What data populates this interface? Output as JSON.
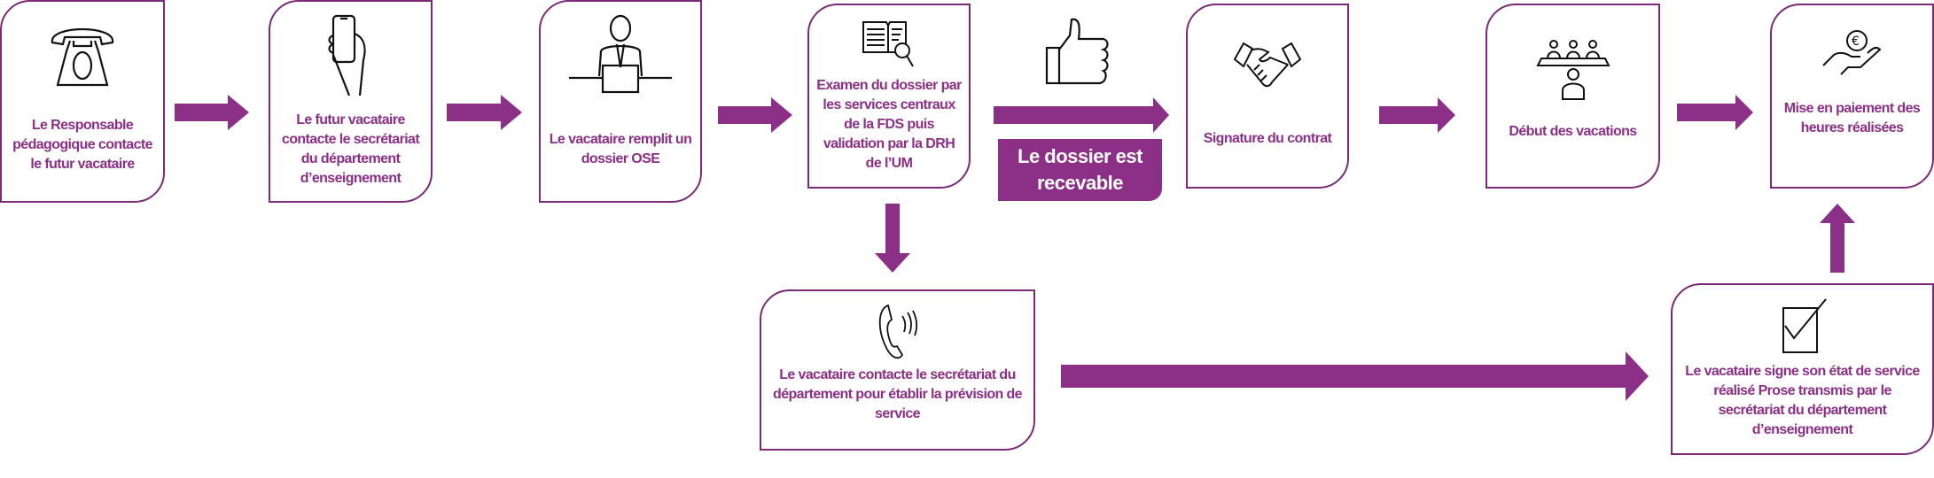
{
  "colors": {
    "accent": "#8b2f87",
    "border": "#7b2a78"
  },
  "steps": [
    {
      "text": "Le Responsable pédagogique contacte le futur vacataire",
      "icon": "telephone-icon"
    },
    {
      "text": "Le futur vacataire contacte le secrétariat du département d’enseignement",
      "icon": "smartphone-hand-icon"
    },
    {
      "text": "Le vacataire remplit un dossier OSE",
      "icon": "person-laptop-icon"
    },
    {
      "text": "Examen du dossier par les services centraux de la FDS puis validation par la DRH de l’UM",
      "icon": "book-magnifier-icon"
    },
    {
      "text": "Signature du contrat",
      "icon": "handshake-icon"
    },
    {
      "text": "Début des vacations",
      "icon": "audience-icon"
    },
    {
      "text": "Mise en paiement des heures réalisées",
      "icon": "euro-hand-icon"
    },
    {
      "text": "Le vacataire contacte le secrétariat du département pour établir la prévision de service",
      "icon": "phone-ringing-icon"
    },
    {
      "text": "Le vacataire signe son état de service  réalisé Prose transmis par le secrétariat du département d’enseignement",
      "icon": "checkbox-icon"
    }
  ],
  "badge": {
    "text": "Le dossier est recevable",
    "icon": "thumbs-up-icon"
  }
}
